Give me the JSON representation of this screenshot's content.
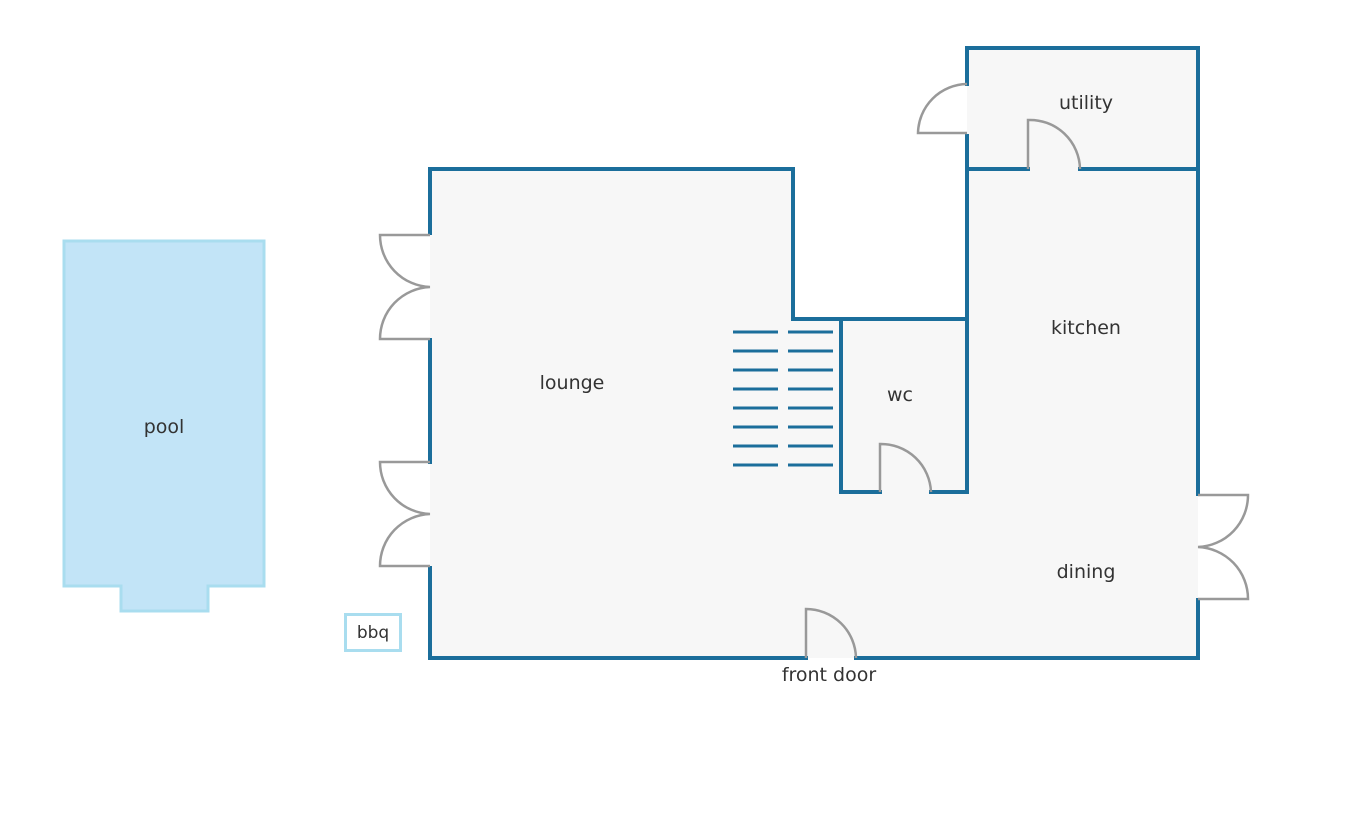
{
  "colors": {
    "wall": "#1b6e9b",
    "floor": "#f7f7f7",
    "door": "#999999",
    "pool_fill": "#c2e4f7",
    "pool_border": "#a9ddef",
    "bbq_border": "#a9ddef"
  },
  "labels": {
    "pool": "pool",
    "lounge": "lounge",
    "wc": "wc",
    "kitchen": "kitchen",
    "utility": "utility",
    "dining": "dining",
    "front_door": "front door",
    "bbq": "bbq"
  },
  "icons": [
    "door-swing-icon",
    "staircase-icon"
  ]
}
